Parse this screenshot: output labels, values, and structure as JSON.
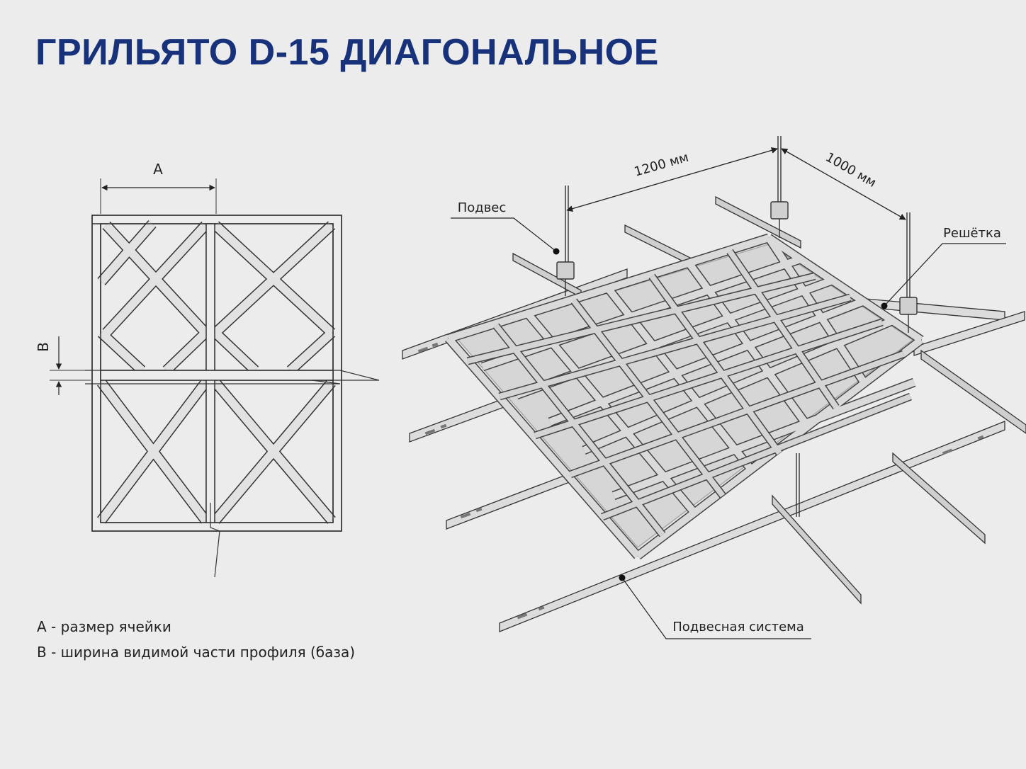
{
  "title": "ГРИЛЬЯТО D-15 ДИАГОНАЛЬНОЕ",
  "left_drawing": {
    "dim_a": "A",
    "dim_b": "B"
  },
  "right_drawing": {
    "dim_1200": "1200 мм",
    "dim_1000": "1000 мм",
    "callout_suspension": "Подвес",
    "callout_grid": "Решётка",
    "callout_system": "Подвесная система"
  },
  "legend": [
    {
      "key": "A",
      "text": "- размер ячейки"
    },
    {
      "key": "B",
      "text": "- ширина видимой части профиля (база)"
    }
  ],
  "colors": {
    "title": "#17327a",
    "background": "#ececec",
    "metal": "#d9d9d9",
    "stroke": "#333333"
  }
}
